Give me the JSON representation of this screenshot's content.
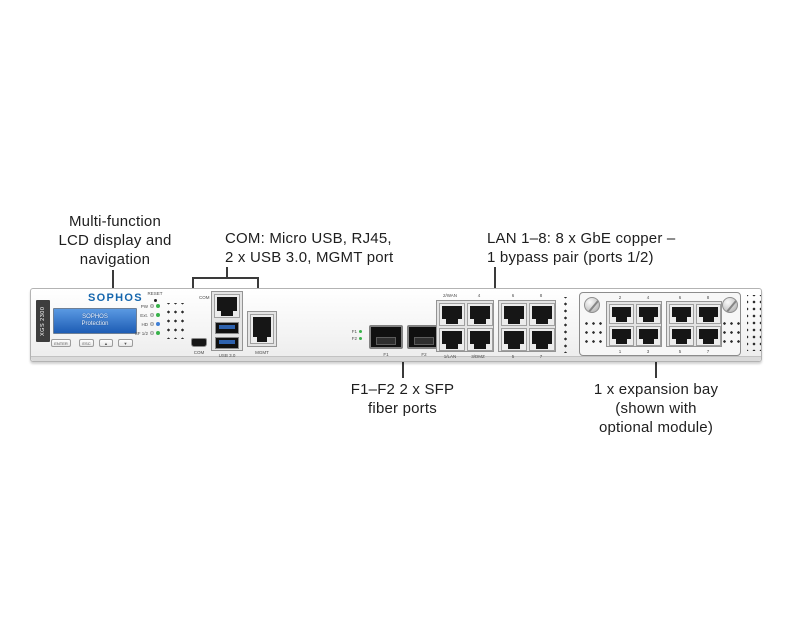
{
  "callouts": {
    "lcd": {
      "lines": [
        "Multi-function",
        "LCD display and",
        "navigation"
      ]
    },
    "com": {
      "lines": [
        "COM: Micro USB, RJ45,",
        "2 x USB 3.0, MGMT port"
      ]
    },
    "lan": {
      "lines": [
        "LAN 1–8: 8 x GbE copper –",
        "1 bypass pair (ports 1/2)"
      ]
    },
    "sfp": {
      "lines": [
        "F1–F2 2 x SFP",
        "fiber ports"
      ]
    },
    "expansion": {
      "lines": [
        "1 x expansion bay",
        "(shown with",
        "optional module)"
      ]
    }
  },
  "device": {
    "model_badge": "XGS 2300",
    "brand_logo": "SOPHOS",
    "lcd": {
      "line1": "SOPHOS",
      "line2": "Protection"
    },
    "nav_buttons": [
      "ENTER",
      "ESC",
      "▲",
      "▼"
    ],
    "reset_label": "RESET",
    "led_labels": [
      "PW",
      "Ext.",
      "HD",
      "SF 1/2"
    ],
    "micro_usb_label": "COM",
    "com_port_label": "COM",
    "usb_label": "USB 3.0",
    "mgmt_label": "MGMT",
    "sfp_leds": [
      "F1",
      "F2"
    ],
    "sfp_ports": [
      "F1",
      "F2"
    ],
    "lan_top_labels": [
      "2/WAN",
      "4",
      "6",
      "8"
    ],
    "lan_bottom_labels": [
      "1/LAN",
      "3/DMZ",
      "5",
      "7"
    ],
    "expansion_top_labels": [
      "2",
      "4",
      "6",
      "8"
    ],
    "expansion_bottom_labels": [
      "1",
      "3",
      "5",
      "7"
    ]
  },
  "colors": {
    "callout_line": "#3a3a3a",
    "brand_blue": "#1566ad",
    "lcd_blue": "#2e6fce",
    "led_green": "#38b24a",
    "led_blue": "#3f7fd6"
  }
}
